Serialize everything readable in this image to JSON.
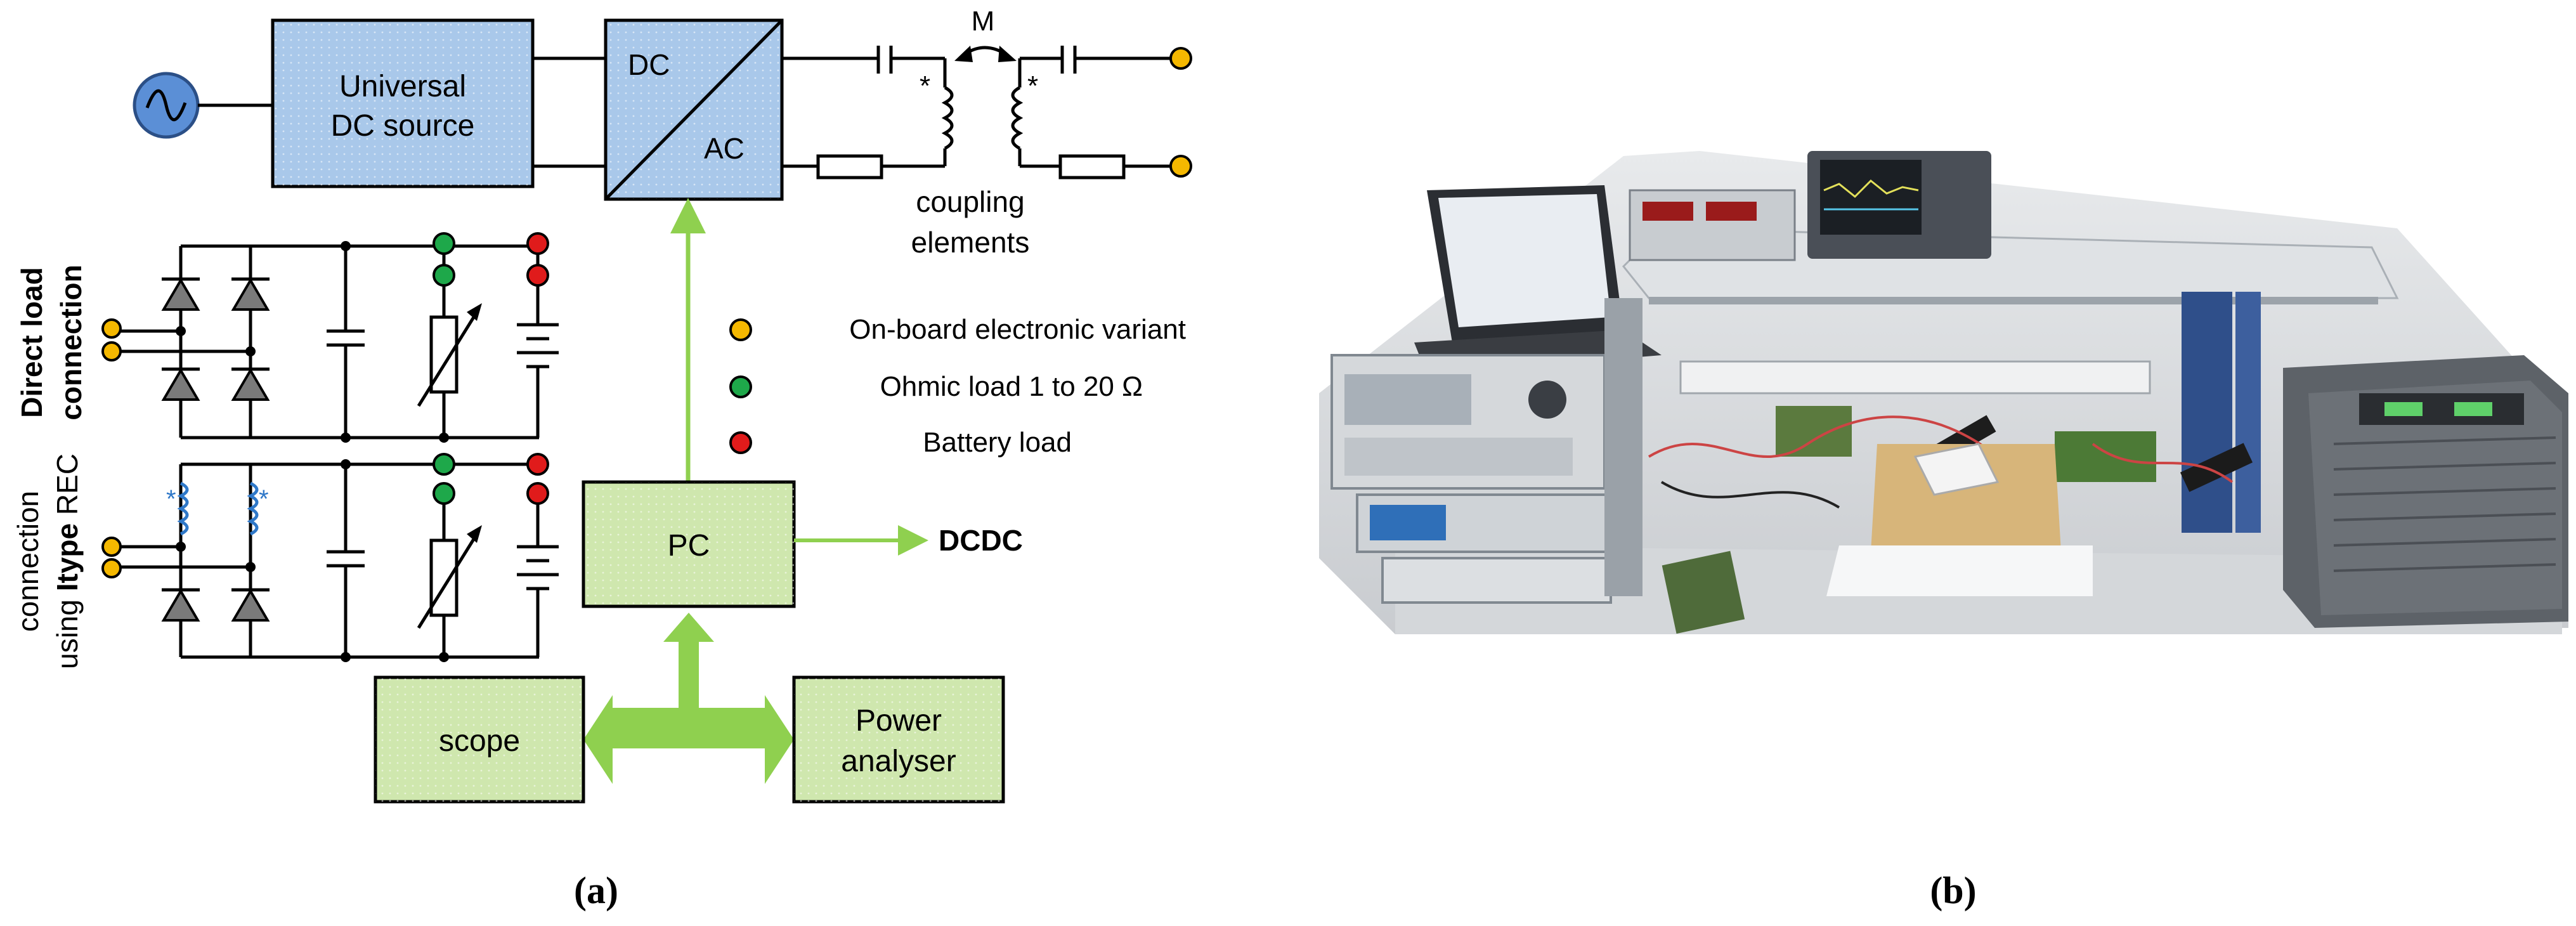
{
  "panel_a": {
    "caption": "(a)",
    "universal_dc_source": {
      "line1": "Universal",
      "line2": "DC source"
    },
    "converter": {
      "dc": "DC",
      "ac": "AC"
    },
    "mutual": "M",
    "dot_mark": "*",
    "coupling": {
      "line1": "coupling",
      "line2": "elements"
    },
    "legend": [
      {
        "color": "#f5b800",
        "label": "On-board electronic variant"
      },
      {
        "color": "#1ea84a",
        "label": "Ohmic load 1 to 20 Ω"
      },
      {
        "color": "#e01b1b",
        "label": "Battery load"
      }
    ],
    "direct_load": {
      "line1": "Direct load",
      "line2": "connection"
    },
    "itype": {
      "line1_prefix": "connection",
      "line2_prefix": "using ",
      "line2_bold": "Itype",
      "line2_suffix": " REC"
    },
    "pc": "PC",
    "dcdc": "DCDC",
    "scope": "scope",
    "power_analyser": {
      "line1": "Power",
      "line2": "analyser"
    },
    "colors": {
      "blue_box": "#a9c8ea",
      "green_box": "#cfe7ae",
      "green_arrow": "#8fd04f",
      "terminal_yellow": "#f5b800",
      "terminal_green": "#1ea84a",
      "terminal_red": "#e01b1b",
      "ac_source": "#5b8fd6"
    }
  },
  "panel_b": {
    "caption": "(b)",
    "image": "photo of laboratory test bench with instruments, laptop, oscilloscope, power supplies and circuit boards"
  }
}
